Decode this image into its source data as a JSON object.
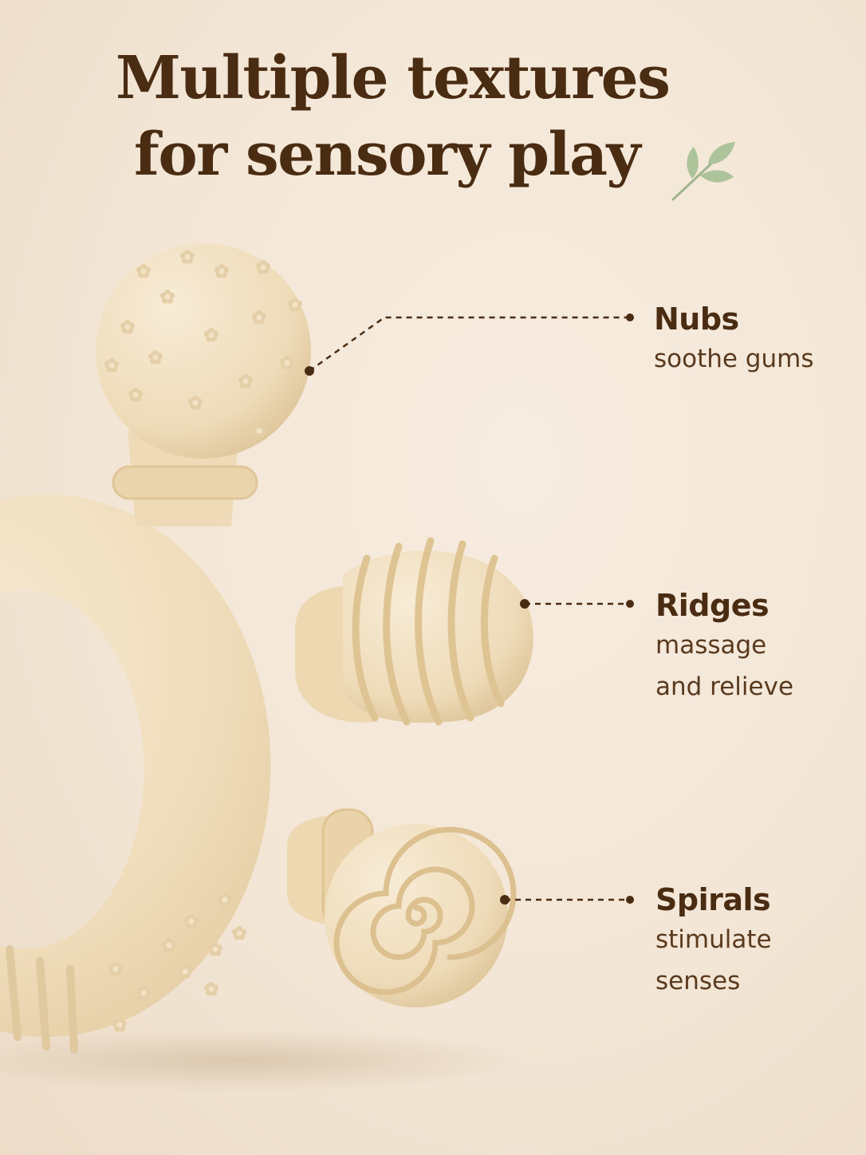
{
  "headline": {
    "line1": "Multiple textures",
    "line2": "for sensory play"
  },
  "icons": {
    "leaf": "leaf-icon"
  },
  "colors": {
    "background": "#f3e6d6",
    "text": "#4a2c12",
    "product": "#f1dfbf",
    "leaf": "#a9bf96"
  },
  "callouts": [
    {
      "id": "nubs",
      "title": "Nubs",
      "desc": "soothe gums"
    },
    {
      "id": "ridges",
      "title": "Ridges",
      "desc": "massage\nand relieve"
    },
    {
      "id": "spirals",
      "title": "Spirals",
      "desc": "stimulate\nsenses"
    }
  ]
}
